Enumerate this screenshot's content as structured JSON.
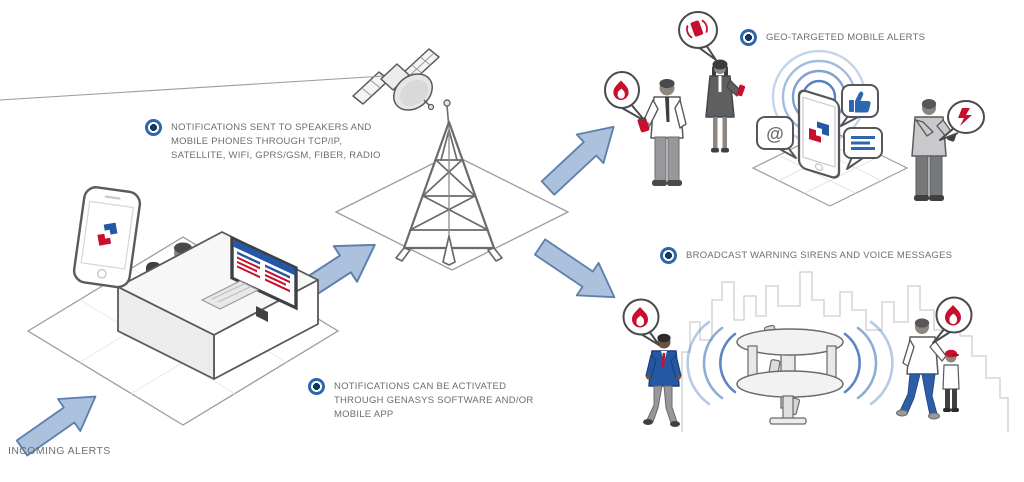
{
  "notes": {
    "send_methods": "NOTIFICATIONS SENT TO SPEAKERS AND MOBILE PHONES THROUGH TCP/IP, SATELLITE, WIFI, GPRS/GSM, FIBER, RADIO",
    "geo_targeted": "GEO-TARGETED MOBILE ALERTS",
    "broadcast": "BROADCAST WARNING SIRENS AND VOICE MESSAGES",
    "activation": "NOTIFICATIONS CAN BE ACTIVATED THROUGH GENASYS SOFTWARE AND/OR MOBILE APP",
    "incoming": "INCOMING ALERTS"
  },
  "symbols": {
    "at": "@"
  },
  "icons": {
    "note_bullet": "target-circle-icon",
    "alert_bubbles": "flame-icon",
    "vibrating_phone": "phone-alert-icon",
    "lightning": "lightning-icon",
    "thumbs_up": "thumbs-up-icon",
    "message_lines": "message-lines-icon",
    "at_sign": "at-sign-icon"
  },
  "colors": {
    "brand_blue": "#2d66b0",
    "navy": "#17375e",
    "alert_red": "#c8102e",
    "arrow_fill": "#abc1dd",
    "arrow_stroke": "#5f80ab",
    "wave_blue": "#4a79bd",
    "outline_gray": "#58595b",
    "text_gray": "#6d6e71"
  }
}
